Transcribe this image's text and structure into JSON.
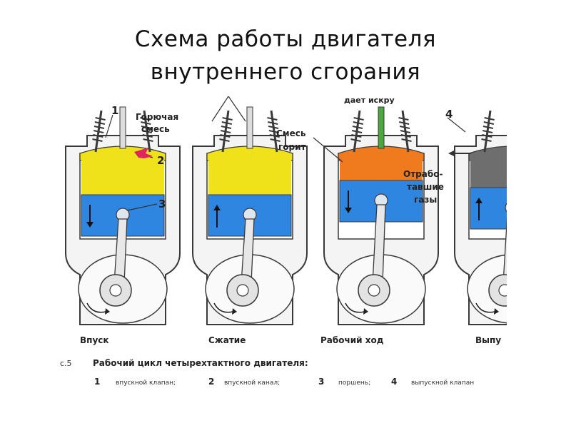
{
  "title": {
    "line1": "Схема работы двигателя",
    "line2": "внутреннего сгорания"
  },
  "strokes": [
    {
      "label": "Впуск",
      "fill": "#f0e21a"
    },
    {
      "label": "Сжатие",
      "fill": "#f0e21a"
    },
    {
      "label": "Рабочий ход",
      "fill": "#f07a1e"
    },
    {
      "label": "Выпу",
      "fill": "#6e6e6e"
    }
  ],
  "callouts": {
    "n1": "1",
    "n2": "2",
    "n3": "3",
    "n4": "4",
    "mix_line1": "Горючая",
    "mix_line2": "смесь",
    "spark": "дает искру",
    "burn_line1": "Смесь",
    "burn_line2": "горит",
    "exh_line1": "Отрабо-",
    "exh_line2": "тавшие",
    "exh_line3": "газы"
  },
  "caption": {
    "fig": "с.5",
    "title": "Рабочий цикл четырехтактного двигателя:",
    "k1": "1",
    "v1": "впускной клапан;",
    "k2": "2",
    "v2": "впускной канал;",
    "k3": "3",
    "v3": "поршень;",
    "k4": "4",
    "v4": "выпускной клапан"
  },
  "colors": {
    "piston": "#2f86e0",
    "block": "#f4f4f4",
    "outline": "#3a3a3a",
    "arrow_red": "#e0245e",
    "spark_green": "#4aa83e"
  }
}
